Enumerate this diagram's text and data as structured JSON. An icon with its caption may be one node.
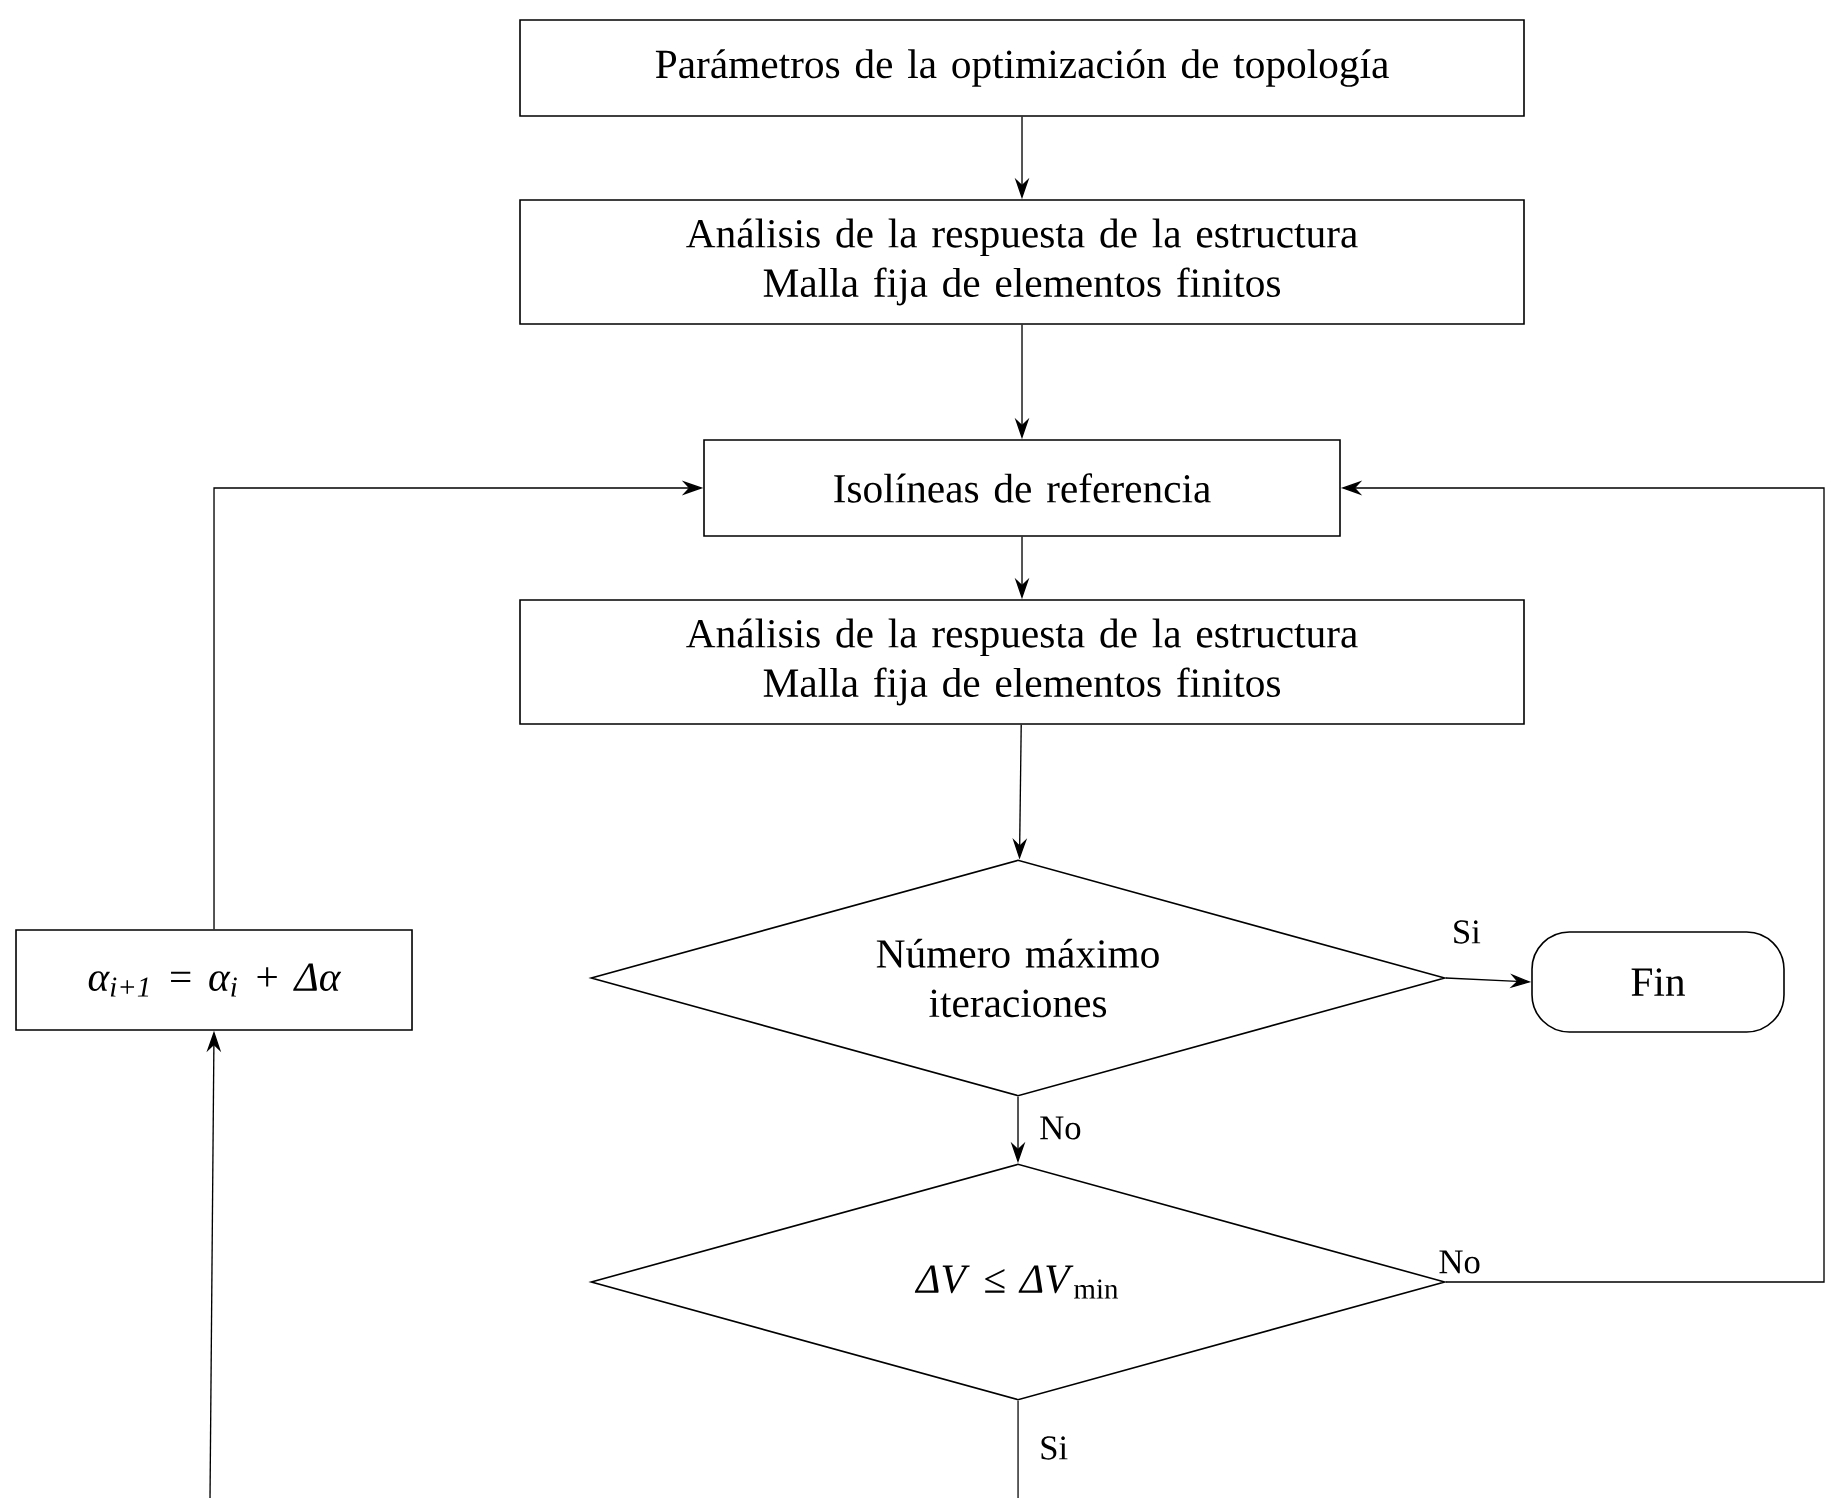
{
  "diagram": {
    "nodes": [
      {
        "text": [
          "Parámetros de la optimización de topología"
        ]
      },
      {
        "text": [
          "Análisis de la respuesta de la estructura Malla fija de elementos finitos"
        ]
      },
      {
        "text": [
          "Isolíneas de referencia"
        ]
      },
      {
        "text": [
          "Análisis de la respuesta de la estructura Malla fija de elementos finitos"
        ]
      },
      {
        "text": [
          "Número máximo iteraciones"
        ]
      },
      {
        "text": [
          "Fin"
        ]
      },
      {
        "text": [
          "*ΔV* ≤ *ΔV*$_{min}$"
        ]
      },
      {
        "text": [
          "α$_{i+1}$ = α$_{i}$ + Δα"
        ]
      }
    ],
    "edges": [
      {
        "from": 0,
        "to": 1,
        "arrow": "to"
      },
      {
        "from": 1,
        "to": 2,
        "arrow": "to"
      },
      {
        "from": 2,
        "to": 3,
        "arrow": "to"
      },
      {
        "from": 3,
        "to": 4,
        "arrow": "to"
      },
      {
        "from": 4,
        "to": 5,
        "arrow": "to",
        "label": "Si"
      },
      {
        "from": 4,
        "to": 6,
        "arrow": "to",
        "label": "No"
      },
      {
        "from": 6,
        "to": 2,
        "arrow": "to",
        "label": "No"
      },
      {
        "from": 6,
        "to": null,
        "arrow": "none",
        "label": "Si"
      },
      {
        "from": null,
        "to": 7,
        "arrow": "to"
      },
      {
        "from": 7,
        "to": 2,
        "arrow": "to"
      }
    ]
  }
}
